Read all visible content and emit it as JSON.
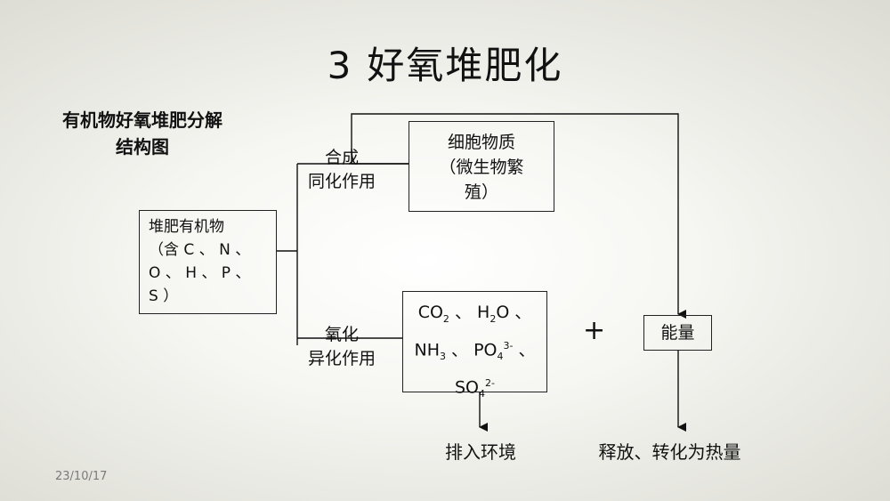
{
  "title": {
    "number": "3",
    "text": "好氧堆肥化"
  },
  "subtitle": {
    "line1": "有机物好氧堆肥分解",
    "line2": "结构图"
  },
  "compost_box": {
    "line1": "堆肥有机物",
    "line2": "（含 C 、 N 、",
    "line3": "O 、 H 、 P 、",
    "line4": "S ）"
  },
  "cell_box": {
    "line1": "细胞物质",
    "line2": "（微生物繁",
    "line3": "殖）"
  },
  "synthesis_label": {
    "line1": "合成",
    "line2": "同化作用"
  },
  "oxidation_label": {
    "line1": "氧化",
    "line2": "异化作用"
  },
  "products": {
    "co": "CO",
    "co_sub": "2",
    "sep1": " 、 ",
    "h": "H",
    "h_sub": "2",
    "o": "O 、",
    "nh": "NH",
    "nh_sub": "3",
    "sep2": " 、 ",
    "po": "PO",
    "po_sub": "4",
    "po_sup": "3-",
    "sep3": " 、",
    "so": "SO",
    "so_sub": "4",
    "so_sup": "2-"
  },
  "plus": "+",
  "energy": "能量",
  "output_env": "排入环境",
  "output_heat": "释放、转化为热量",
  "date": "23/10/17"
}
